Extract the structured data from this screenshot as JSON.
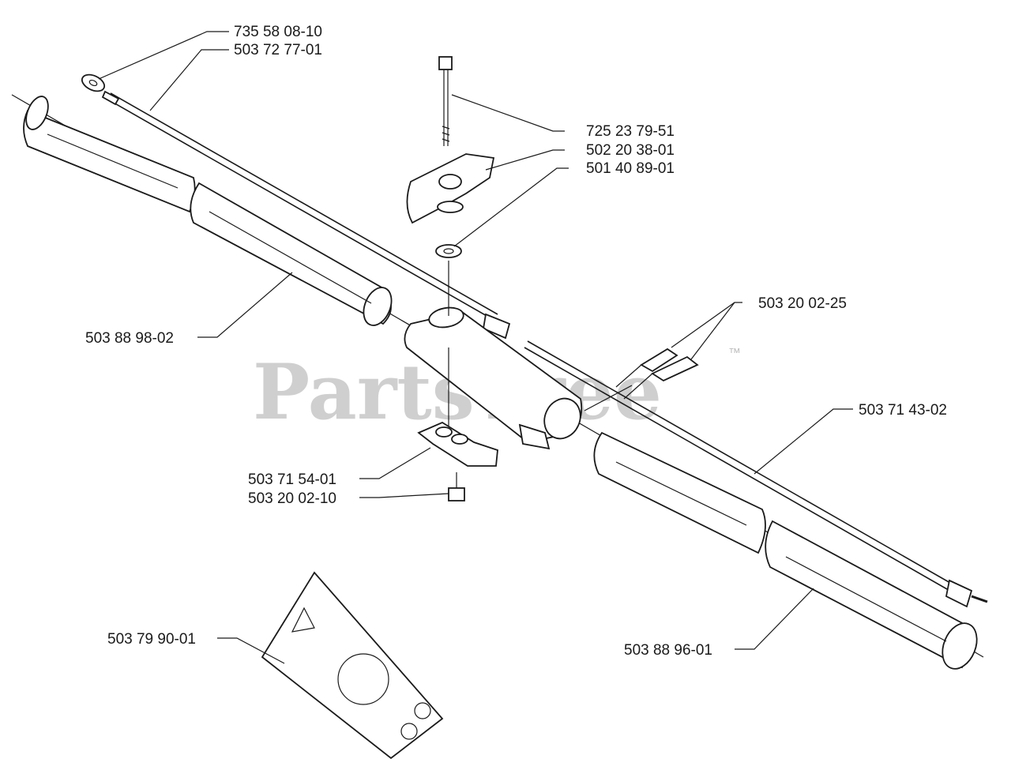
{
  "watermark": {
    "text": "PartsTree",
    "trademark": "™"
  },
  "part_numbers": {
    "washer_top": "735 58 08-10",
    "drive_shaft": "503 72 77-01",
    "bolt": "725 23 79-51",
    "wing_knob": "502 20 38-01",
    "washer": "501 40 89-01",
    "upper_tube": "503 88 98-02",
    "screws": "503 20 02-25",
    "lower_shaft": "503 71 43-02",
    "bracket": "503 71 54-01",
    "bracket_screw": "503 20 02-10",
    "decal": "503 79 90-01",
    "lower_tube": "503 88 96-01"
  }
}
